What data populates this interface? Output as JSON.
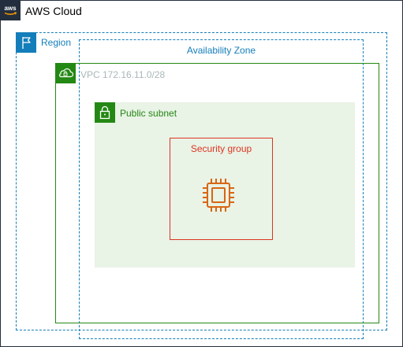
{
  "groups": {
    "aws_cloud": {
      "label": "AWS Cloud",
      "icon": "aws-logo-icon",
      "color": "#232f3e"
    },
    "region": {
      "label": "Region",
      "icon": "flag-icon",
      "color": "#147eba"
    },
    "availability_zone": {
      "label": "Availability Zone",
      "color": "#147eba"
    },
    "vpc": {
      "label": "VPC 172.16.11.0/28",
      "icon": "cloud-lock-icon",
      "color": "#248814"
    },
    "public_subnet": {
      "label": "Public subnet",
      "icon": "lock-icon",
      "color": "#248814",
      "fill": "#e9f3e6"
    },
    "security_group": {
      "label": "Security group",
      "color": "#dd3522"
    }
  },
  "resources": [
    {
      "icon": "ec2-instance-chip-icon",
      "color": "#d86613"
    }
  ]
}
